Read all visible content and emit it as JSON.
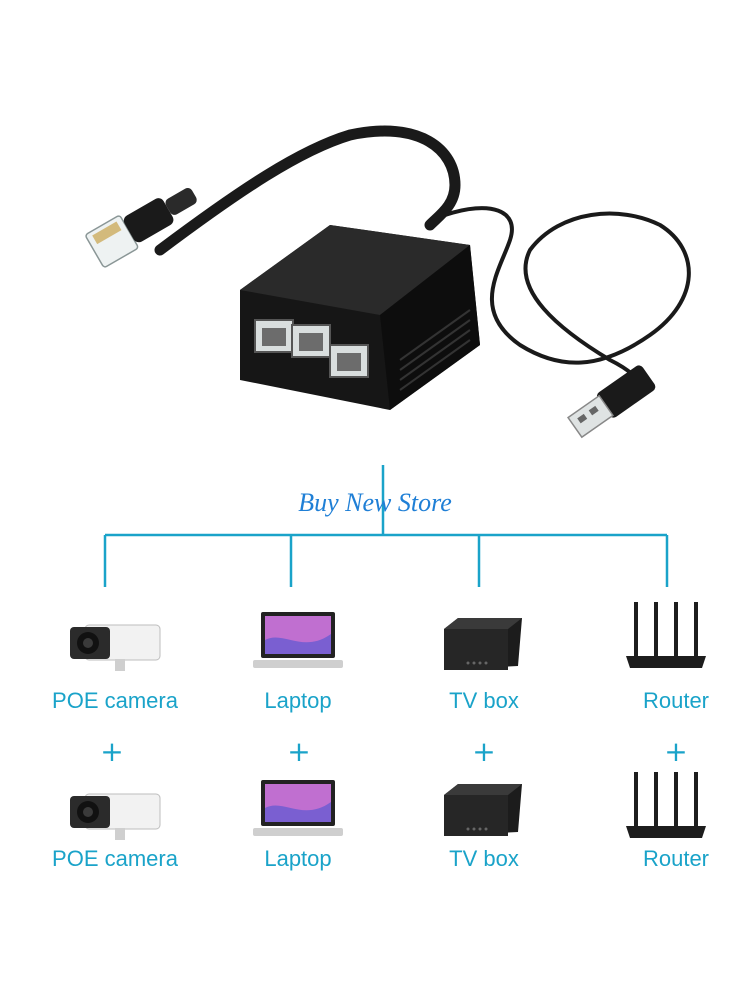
{
  "brand": {
    "store_name": "Buy New Store",
    "color": "#1f7fd6"
  },
  "tree_color": "#1aa3c9",
  "product": {
    "image_icon": "ethernet-splitter-with-usb-power-icon"
  },
  "devices_row1": [
    {
      "label": "POE camera",
      "icon": "poe-camera-icon"
    },
    {
      "label": "Laptop",
      "icon": "laptop-icon"
    },
    {
      "label": "TV box",
      "icon": "tv-box-icon"
    },
    {
      "label": "Router",
      "icon": "router-icon"
    }
  ],
  "connector_symbol": "+",
  "devices_row2": [
    {
      "label": "POE camera",
      "icon": "poe-camera-icon"
    },
    {
      "label": "Laptop",
      "icon": "laptop-icon"
    },
    {
      "label": "TV box",
      "icon": "tv-box-icon"
    },
    {
      "label": "Router",
      "icon": "router-icon"
    }
  ]
}
